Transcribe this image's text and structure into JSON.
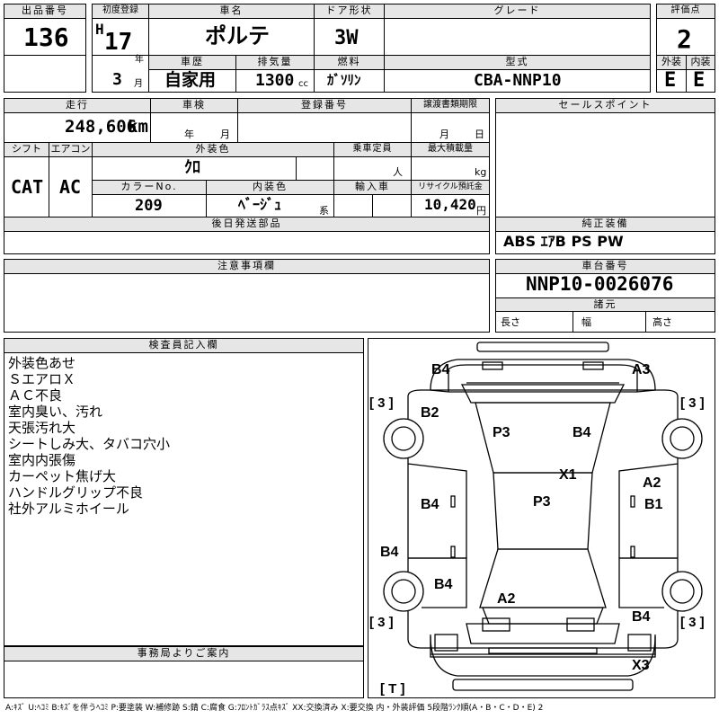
{
  "header": {
    "lot_no_label": "出品番号",
    "lot_no": "136",
    "first_reg_label": "初度登録",
    "era": "H",
    "year": "17",
    "year_unit": "年",
    "month": "3",
    "month_unit": "月",
    "car_name_label": "車名",
    "car_name": "ポルテ",
    "door_label": "ドア形状",
    "door": "3W",
    "grade_label": "グレード",
    "grade": "",
    "score_label": "評価点",
    "score": "2",
    "history_label": "車歴",
    "history": "自家用",
    "displacement_label": "排気量",
    "displacement": "1300",
    "displacement_unit": "cc",
    "fuel_label": "燃料",
    "fuel": "ｶﾞｿﾘﾝ",
    "model_label": "型式",
    "model": "CBA-NNP10",
    "exterior_label": "外装",
    "exterior": "E",
    "interior_label": "内装",
    "interior": "E"
  },
  "row2": {
    "mileage_label": "走行",
    "mileage": "248,606",
    "mileage_unit": "km",
    "inspection_label": "車検",
    "insp_year_unit": "年",
    "insp_month_unit": "月",
    "reg_no_label": "登録番号",
    "transfer_label": "譲渡書類期限",
    "transfer_month_unit": "月",
    "transfer_day_unit": "日",
    "sales_label": "セールスポイント",
    "shift_label": "シフト",
    "shift": "CAT",
    "aircon_label": "エアコン",
    "aircon": "AC",
    "ext_color_label": "外装色",
    "ext_color": "ｸﾛ",
    "capacity_label": "乗車定員",
    "capacity_unit": "人",
    "max_load_label": "最大積載量",
    "max_load_unit": "kg",
    "color_no_label": "カラーNo.",
    "color_no": "209",
    "int_color_label": "内装色",
    "int_color": "ﾍﾞｰｼﾞｭ",
    "int_color_unit": "系",
    "import_label": "輸入車",
    "recycle_label": "リサイクル預託金",
    "recycle": "10,420",
    "recycle_unit": "円",
    "later_parts_label": "後日発送部品",
    "genuine_label": "純正装備",
    "genuine": "ABS ｴｱB PS PW"
  },
  "notes_section": {
    "caution_label": "注意事項欄",
    "chassis_label": "車台番号",
    "chassis": "NNP10-0026076",
    "specs_label": "諸元",
    "length_label": "長さ",
    "width_label": "幅",
    "height_label": "高さ",
    "inspector_label": "検査員記入欄",
    "inspector_notes": [
      "外装色あせ",
      "ＳエアロＸ",
      "ＡＣ不良",
      "室内臭い、汚れ",
      "天張汚れ大",
      "シートしみ大、タバコ穴小",
      "室内内張傷",
      "カーペット焦げ大",
      "ハンドルグリップ不良",
      "社外アルミホイール"
    ],
    "office_label": "事務局よりご案内"
  },
  "diagram": {
    "marks": [
      "B4",
      "A3",
      "B2",
      "P3",
      "B4",
      "X1",
      "A2",
      "B4",
      "B1",
      "P3",
      "B4",
      "B4",
      "A2",
      "B4",
      "X3"
    ],
    "tires": [
      "[ 3 ]",
      "[ 3 ]",
      "[ 3 ]",
      "[ 3 ]"
    ],
    "spare": "[ T ]"
  },
  "legend": "A:ｷｽﾞ U:ﾍｺﾐ B:ｷｽﾞを伴うﾍｺﾐ P:要塗装 W:補修跡 S:錆 C:腐食 G:ﾌﾛﾝﾄｶﾞﾗｽ点ｷｽﾞ XX:交換済み X:要交換 内・外装評価 5段階ﾗﾝｸ順(A・B・C・D・E) 2"
}
